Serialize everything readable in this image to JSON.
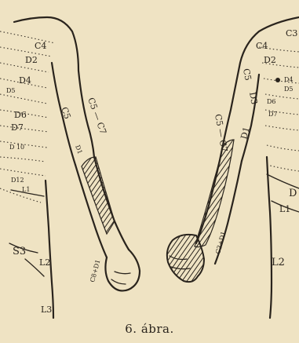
{
  "caption": "6. ábra.",
  "left_figure_labels": {
    "c4": "C4",
    "d2": "D2",
    "d4": "D4",
    "d5": "D5",
    "d6": "D6",
    "d7": "D7",
    "d10": "D 10",
    "d12": "D12",
    "l1": "L1",
    "s3": "S3",
    "l2": "L2",
    "l3": "L3",
    "c5": "C5",
    "c5c7": "C5 — C7",
    "d1": "D1",
    "c8d1": "C8+D1"
  },
  "right_figure_labels": {
    "c3": "C3",
    "c4": "C4",
    "c5": "C5",
    "d2": "D2",
    "d3": "D3",
    "d4": "D4",
    "d5": "D5",
    "d6": "D6",
    "d7": "D7",
    "d1": "D1",
    "c5c7": "C5 — C7",
    "c3d1": "C3+D1",
    "l1": "L1",
    "d": "D",
    "l2": "L2"
  }
}
